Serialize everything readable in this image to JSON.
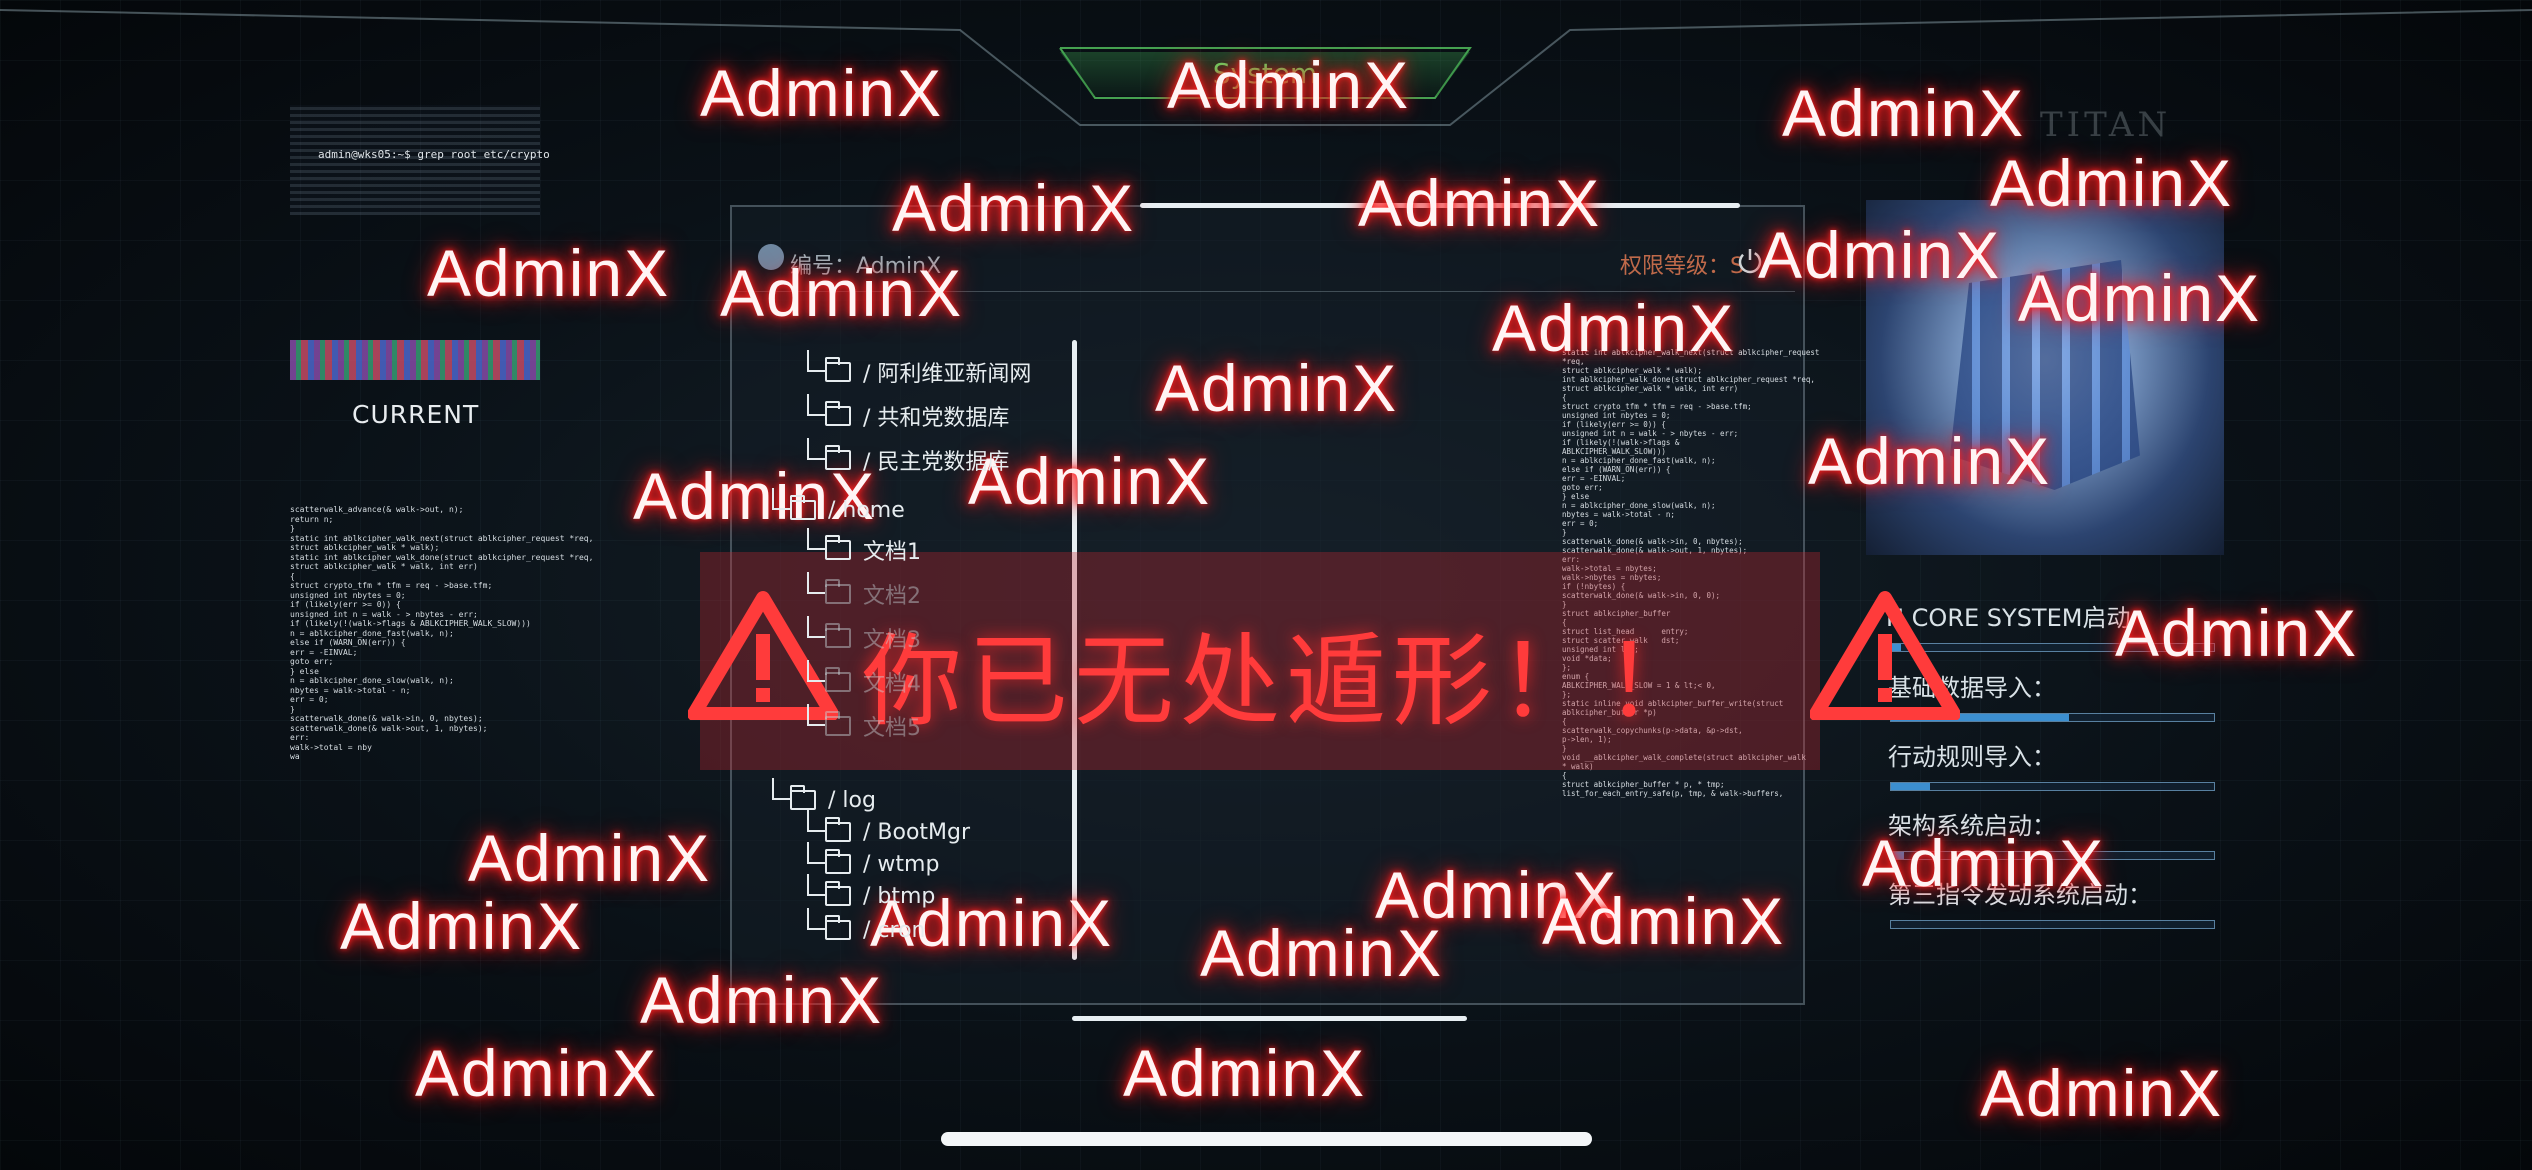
{
  "header": {
    "system_label": "System"
  },
  "terminal": {
    "command": "admin@wks05:~$ grep root etc/crypto",
    "current_label": "CURRENT",
    "code_left": "scatterwalk_advance(&amp; walk-&gt;out, n);\nreturn n;\n}\nstatic int ablkcipher_walk_next(struct ablkcipher_request *req,\nstruct ablkcipher_walk * walk);\nstatic int ablkcipher_walk_done(struct ablkcipher_request *req,\nstruct ablkcipher_walk * walk, int err)\n{\nstruct crypto_tfm * tfm = req - &gt;base.tfm;\nunsigned int nbytes = 0;\nif (likely(err &gt;= 0)) {\nunsigned int n = walk - &gt; nbytes - err;\nif (likely(!(walk-&gt;flags &amp; ABLKCIPHER_WALK_SLOW)))\nn = ablkcipher_done_fast(walk, n);\nelse if (WARN_ON(err)) {\nerr = -EINVAL;\ngoto err;\n} else\nn = ablkcipher_done_slow(walk, n);\nnbytes = walk-&gt;total - n;\nerr = 0;\n}\nscatterwalk_done(&amp; walk-&gt;in, 0, nbytes);\nscatterwalk_done(&amp; walk-&gt;out, 1, nbytes);\nerr:\nwalk-&gt;total = nby\nwa"
  },
  "panel": {
    "id_label": "编号：AdminX",
    "level_label": "权限等级：S",
    "tree": [
      {
        "label": "/ 阿利维亚新闻网",
        "dim": false
      },
      {
        "label": "/ 共和党数据库",
        "dim": false
      },
      {
        "label": "/ 民主党数据库",
        "dim": false
      },
      {
        "label": "/ home",
        "dim": false
      },
      {
        "label": "文档1",
        "dim": false
      },
      {
        "label": "文档2",
        "dim": true
      },
      {
        "label": "文档3",
        "dim": true
      },
      {
        "label": "文档4",
        "dim": true
      },
      {
        "label": "文档5",
        "dim": true
      },
      {
        "label": "/ log",
        "dim": false
      },
      {
        "label": "/ BootMgr",
        "dim": false
      },
      {
        "label": "/ wtmp",
        "dim": false
      },
      {
        "label": "/ btmp",
        "dim": false
      },
      {
        "label": "/ cron",
        "dim": false
      }
    ],
    "code_right": "static int ablkcipher_walk_next(struct ablkcipher_request\n*req,\nstruct ablkcipher_walk * walk);\nint ablkcipher_walk_done(struct ablkcipher_request *req,\nstruct ablkcipher_walk * walk, int err)\n{\nstruct crypto_tfm * tfm = req - &gt;base.tfm;\nunsigned int nbytes = 0;\nif (likely(err &gt;= 0)) {\nunsigned int n = walk - &gt; nbytes - err;\nif (likely(!(walk-&gt;flags &amp;\nABLKCIPHER_WALK_SLOW)))\nn = ablkcipher_done_fast(walk, n);\nelse if (WARN_ON(err)) {\nerr = -EINVAL;\ngoto err;\n} else\nn = ablkcipher_done_slow(walk, n);\nnbytes = walk-&gt;total - n;\nerr = 0;\n}\nscatterwalk_done(&amp; walk-&gt;in, 0, nbytes);\nscatterwalk_done(&amp; walk-&gt;out, 1, nbytes);\nerr:\nwalk-&gt;total = nbytes;\nwalk-&gt;nbytes = nbytes;\nif (!nbytes) {\nscatterwalk_done(&amp; walk-&gt;in, 0, 0);\n}\nstruct ablkcipher_buffer\n{\nstruct list_head      entry;\nstruct scatter_walk   dst;\nunsigned int len;\nvoid *data;\n};\nenum {\nABLKCIPHER_WALK_SLOW = 1 &amp; lt;&lt; 0,\n};\nstatic inline void ablkcipher_buffer_write(struct\nablkcipher_buffer *p)\n{\nscatterwalk_copychunks(p-&gt;data, &amp;p-&gt;dst,\np-&gt;len, 1);\n}\nvoid __ablkcipher_walk_complete(struct ablkcipher_walk\n* walk)\n{\nstruct ablkcipher_buffer * p, * tmp;\nlist_for_each_entry_safe(p, tmp, &amp; walk-&gt;buffers,"
  },
  "warning": {
    "text": "你已无处遁形！！"
  },
  "right": {
    "titan_label": "TITAN",
    "boot_title": "H CORE SYSTEM启动",
    "rows": [
      {
        "label": "基础数据导入：",
        "progress": 0.55
      },
      {
        "label": "行动规则导入：",
        "progress": 0.12
      },
      {
        "label": "架构系统启动：",
        "progress": 0.04
      },
      {
        "label": "第三指令发动系统启动：",
        "progress": 0.0
      }
    ]
  },
  "overlay": {
    "spam_text": "AdminX",
    "spam_count": 27
  },
  "colors": {
    "warning_red": "#ff3b3b",
    "system_green": "#5fe06a",
    "progress_blue": "#3c8fd0",
    "glow_red": "#ff1a1a"
  }
}
